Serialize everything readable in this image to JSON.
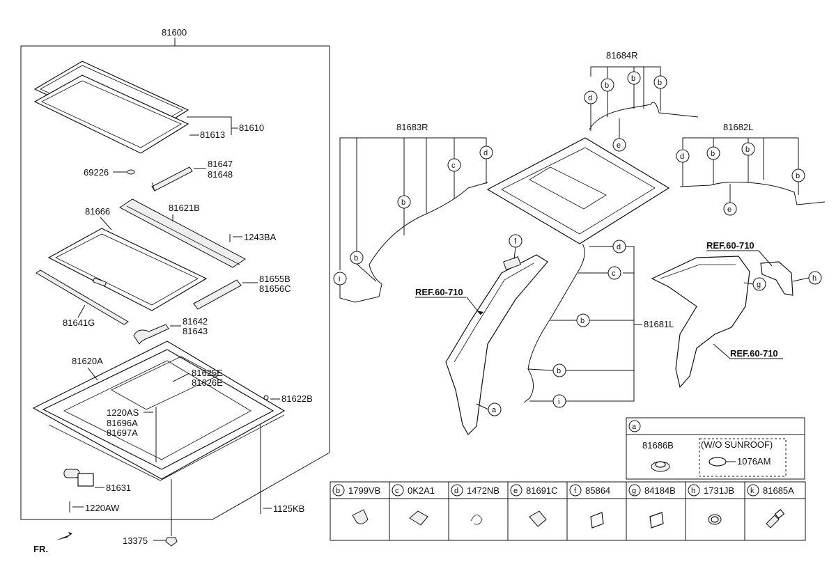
{
  "main_assembly": {
    "number": "81600"
  },
  "parts": {
    "glass": "81610",
    "glass_seal": "81613",
    "clip": "69226",
    "bracket_1": "81647",
    "bracket_2": "81648",
    "sunshade": "81666",
    "deflector": "81621B",
    "screw": "1243BA",
    "guide_1": "81655B",
    "guide_2": "81656C",
    "weatherstrip": "81641G",
    "hose_1": "81642",
    "hose_2": "81643",
    "frame": "81620A",
    "cable_1": "81625E",
    "cable_2": "81626E",
    "grommet": "81622B",
    "bolt_1": "1220AS",
    "bolt_2": "81696A",
    "bolt_3": "81697A",
    "motor": "81631",
    "motor_bolt": "1220AW",
    "frame_bolt": "1125KB",
    "nut": "13375",
    "drain_rr_right": "81684R",
    "drain_fr_right": "81683R",
    "drain_rr_left": "81682L",
    "drain_fr_left": "81681L"
  },
  "refs": {
    "pillar_ref": "REF.60-710",
    "quarter_ref_top": "REF.60-710",
    "quarter_ref_bottom": "REF.60-710"
  },
  "front_indicator": "FR.",
  "callout_letters": {
    "a": "a",
    "b": "b",
    "c": "c",
    "d": "d",
    "e": "e",
    "f": "f",
    "g": "g",
    "h": "h",
    "i": "i",
    "k": "k"
  },
  "legend": {
    "box_a": {
      "letter": "a",
      "part": "81686B",
      "note": "(W/O SUNROOF)",
      "alt_part": "1076AM"
    },
    "cells": [
      {
        "letter": "b",
        "part": "1799VB"
      },
      {
        "letter": "c",
        "part": "0K2A1"
      },
      {
        "letter": "d",
        "part": "1472NB"
      },
      {
        "letter": "e",
        "part": "81691C"
      },
      {
        "letter": "f",
        "part": "85864"
      },
      {
        "letter": "g",
        "part": "84184B"
      },
      {
        "letter": "h",
        "part": "1731JB"
      },
      {
        "letter": "k",
        "part": "81685A"
      }
    ]
  }
}
